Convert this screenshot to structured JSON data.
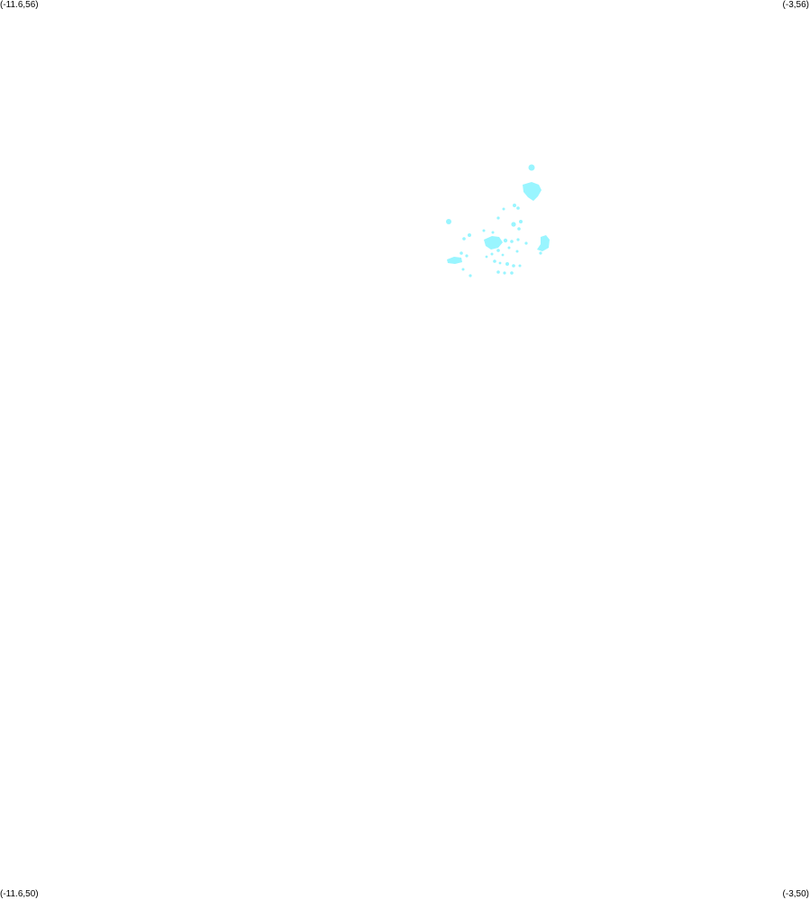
{
  "map": {
    "corners": {
      "top_left": "(-11.6,56)",
      "top_right": "(-3,56)",
      "bottom_left": "(-11.6,50)",
      "bottom_right": "(-3,50)"
    },
    "land_color": "#99f5ff",
    "background_color": "#ffffff"
  }
}
